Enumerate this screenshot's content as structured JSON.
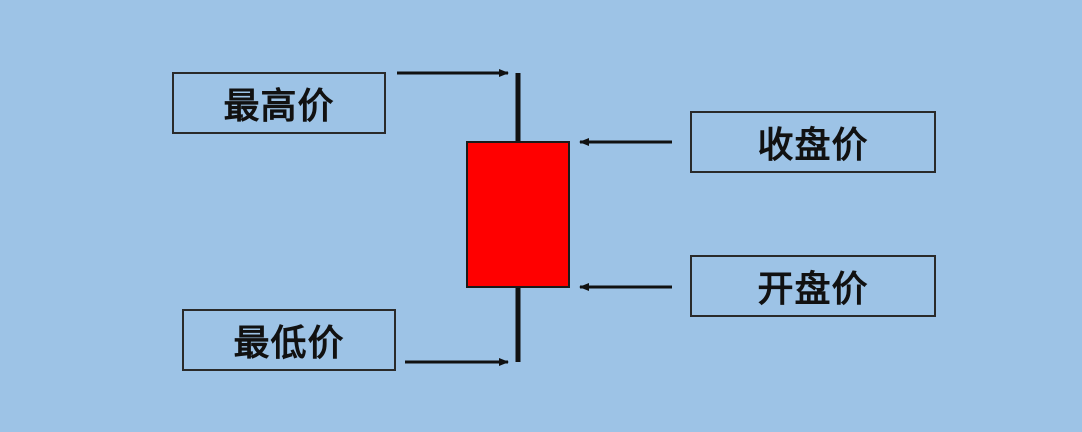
{
  "colors": {
    "background": "#9dc3e6",
    "candle_body": "#ff0000",
    "candle_outline": "#1a1a1a",
    "wick": "#111111",
    "arrow": "#111111",
    "label_border": "#2a2a2a",
    "label_text": "#111111"
  },
  "labels": {
    "high": "最高价",
    "low": "最低价",
    "close": "收盘价",
    "open": "开盘价"
  }
}
